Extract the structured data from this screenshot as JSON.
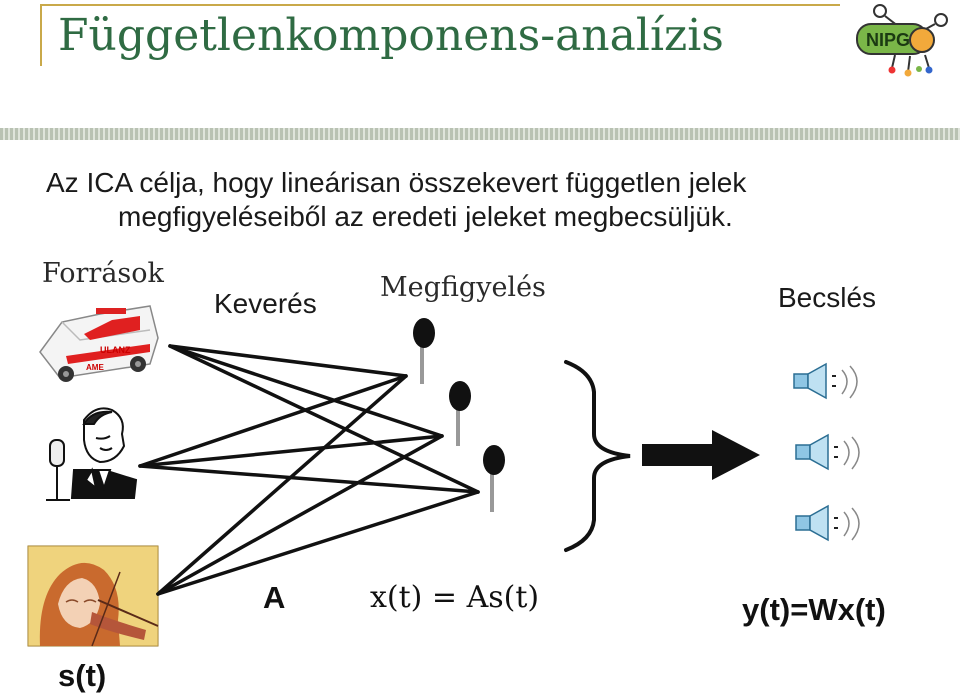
{
  "slide": {
    "title": "Függetlenkomponens-analízis",
    "bullet_line1": "Az ICA célja, hogy lineárisan összekevert független jelek",
    "bullet_line2": "megfigyeléseiből az eredeti jeleket megbecsüljük.",
    "logo_text": "NIPG"
  },
  "diagram": {
    "sources_label": "Források",
    "mixing_label": "Keverés",
    "observation_label": "Megfigyelés",
    "estimation_label": "Becslés",
    "sources_symbol": "s(t)",
    "mixing_symbol": "A",
    "observation_equation": "x(t) = As(t)",
    "estimation_equation": "y(t)=Wx(t)",
    "source_icons": [
      "ambulance-icon",
      "radio-announcer-icon",
      "violinist-icon"
    ],
    "microphone_icons": [
      "microphone-icon",
      "microphone-icon",
      "microphone-icon"
    ],
    "speaker_icons": [
      "speaker-icon",
      "speaker-icon",
      "speaker-icon"
    ],
    "colors": {
      "title": "#2f6b43",
      "accent": "#c9a94a",
      "logo_green": "#7ab648",
      "logo_orange": "#f2a93b"
    }
  }
}
